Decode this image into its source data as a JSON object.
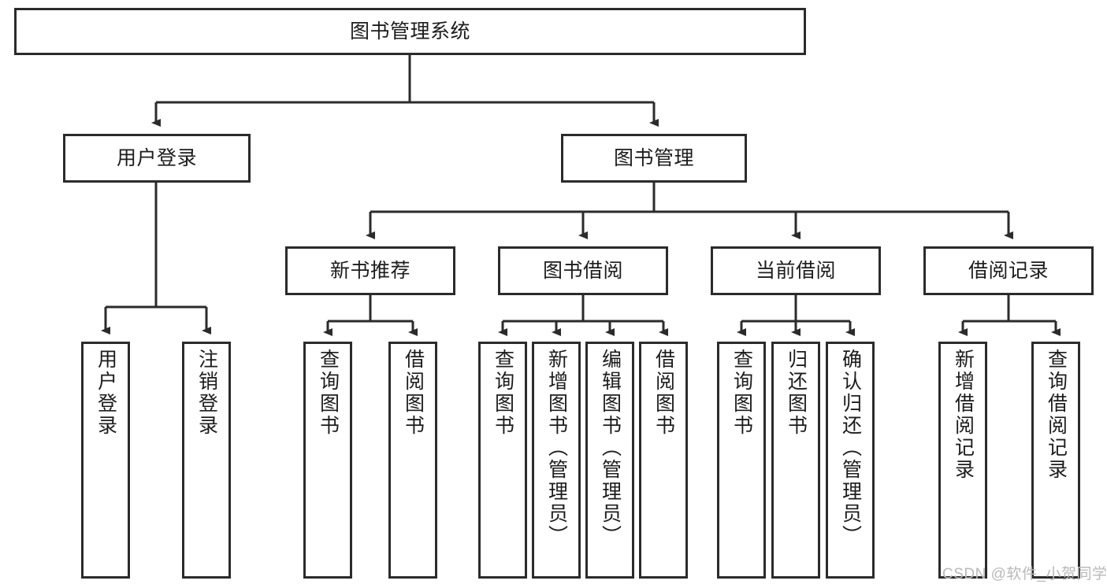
{
  "diagram": {
    "title": "图书管理系统",
    "root": {
      "label": "图书管理系统"
    },
    "level1": [
      {
        "label": "用户登录"
      },
      {
        "label": "图书管理"
      }
    ],
    "level2": [
      {
        "label": "新书推荐"
      },
      {
        "label": "图书借阅"
      },
      {
        "label": "当前借阅"
      },
      {
        "label": "借阅记录"
      }
    ],
    "leaves": {
      "user_login": [
        {
          "label": "用户登录"
        },
        {
          "label": "注销登录"
        }
      ],
      "new_book_recommend": [
        {
          "label": "查询图书"
        },
        {
          "label": "借阅图书"
        }
      ],
      "book_borrow": [
        {
          "label": "查询图书"
        },
        {
          "label": "新增图书（管理员）"
        },
        {
          "label": "编辑图书（管理员）"
        },
        {
          "label": "借阅图书"
        }
      ],
      "current_borrow": [
        {
          "label": "查询图书"
        },
        {
          "label": "归还图书"
        },
        {
          "label": "确认归还（管理员）"
        }
      ],
      "borrow_record": [
        {
          "label": "新增借阅记录"
        },
        {
          "label": "查询借阅记录"
        }
      ]
    }
  },
  "watermark": {
    "text": "CSDN @软件_小贺同学"
  },
  "colors": {
    "stroke": "#2b2b2b",
    "background": "#ffffff",
    "text": "#1c1c1c",
    "watermark": "#b9b9b9"
  }
}
